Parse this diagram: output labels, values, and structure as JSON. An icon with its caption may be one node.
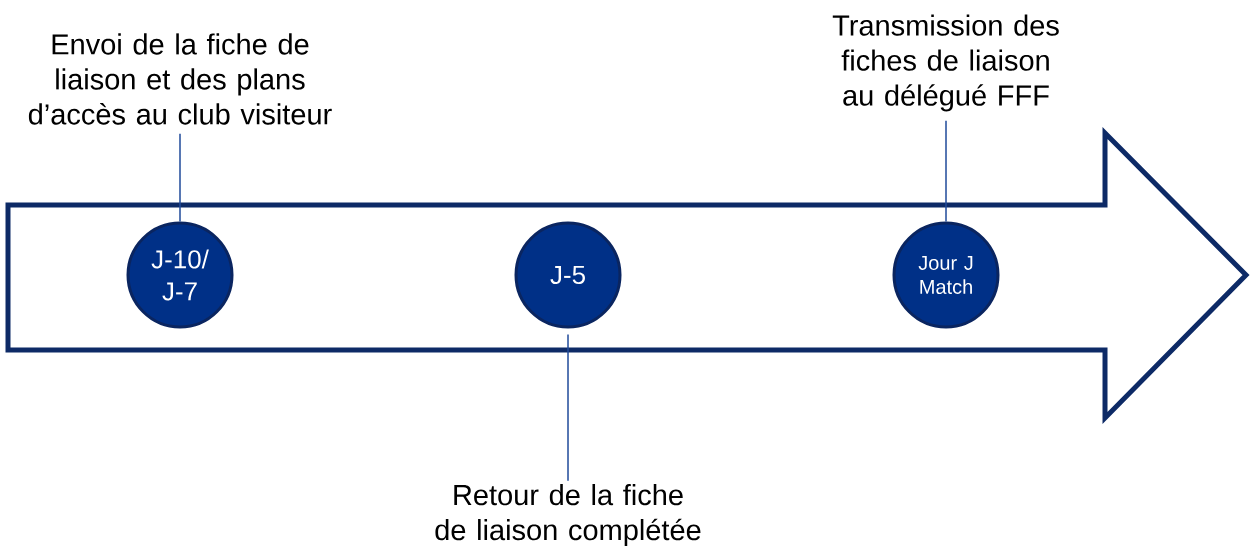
{
  "diagram": {
    "nodes": [
      {
        "text": [
          "Envoi de la fiche de liaison et des plans d’accès au club visiteur"
        ]
      },
      {
        "text": [
          "J-10/ J-7"
        ]
      },
      {
        "text": [
          "J-5"
        ]
      },
      {
        "text": [
          "Retour de la fiche de liaison complétée"
        ]
      },
      {
        "text": [
          "Transmission des fiches de liaison au délégué FFF"
        ]
      },
      {
        "text": [
          "Jour J Match"
        ]
      }
    ],
    "edges": [
      {
        "from": 0,
        "to": 1,
        "arrow": "none"
      },
      {
        "from": 2,
        "to": 3,
        "arrow": "none"
      },
      {
        "from": 4,
        "to": 5,
        "arrow": "none"
      }
    ]
  }
}
